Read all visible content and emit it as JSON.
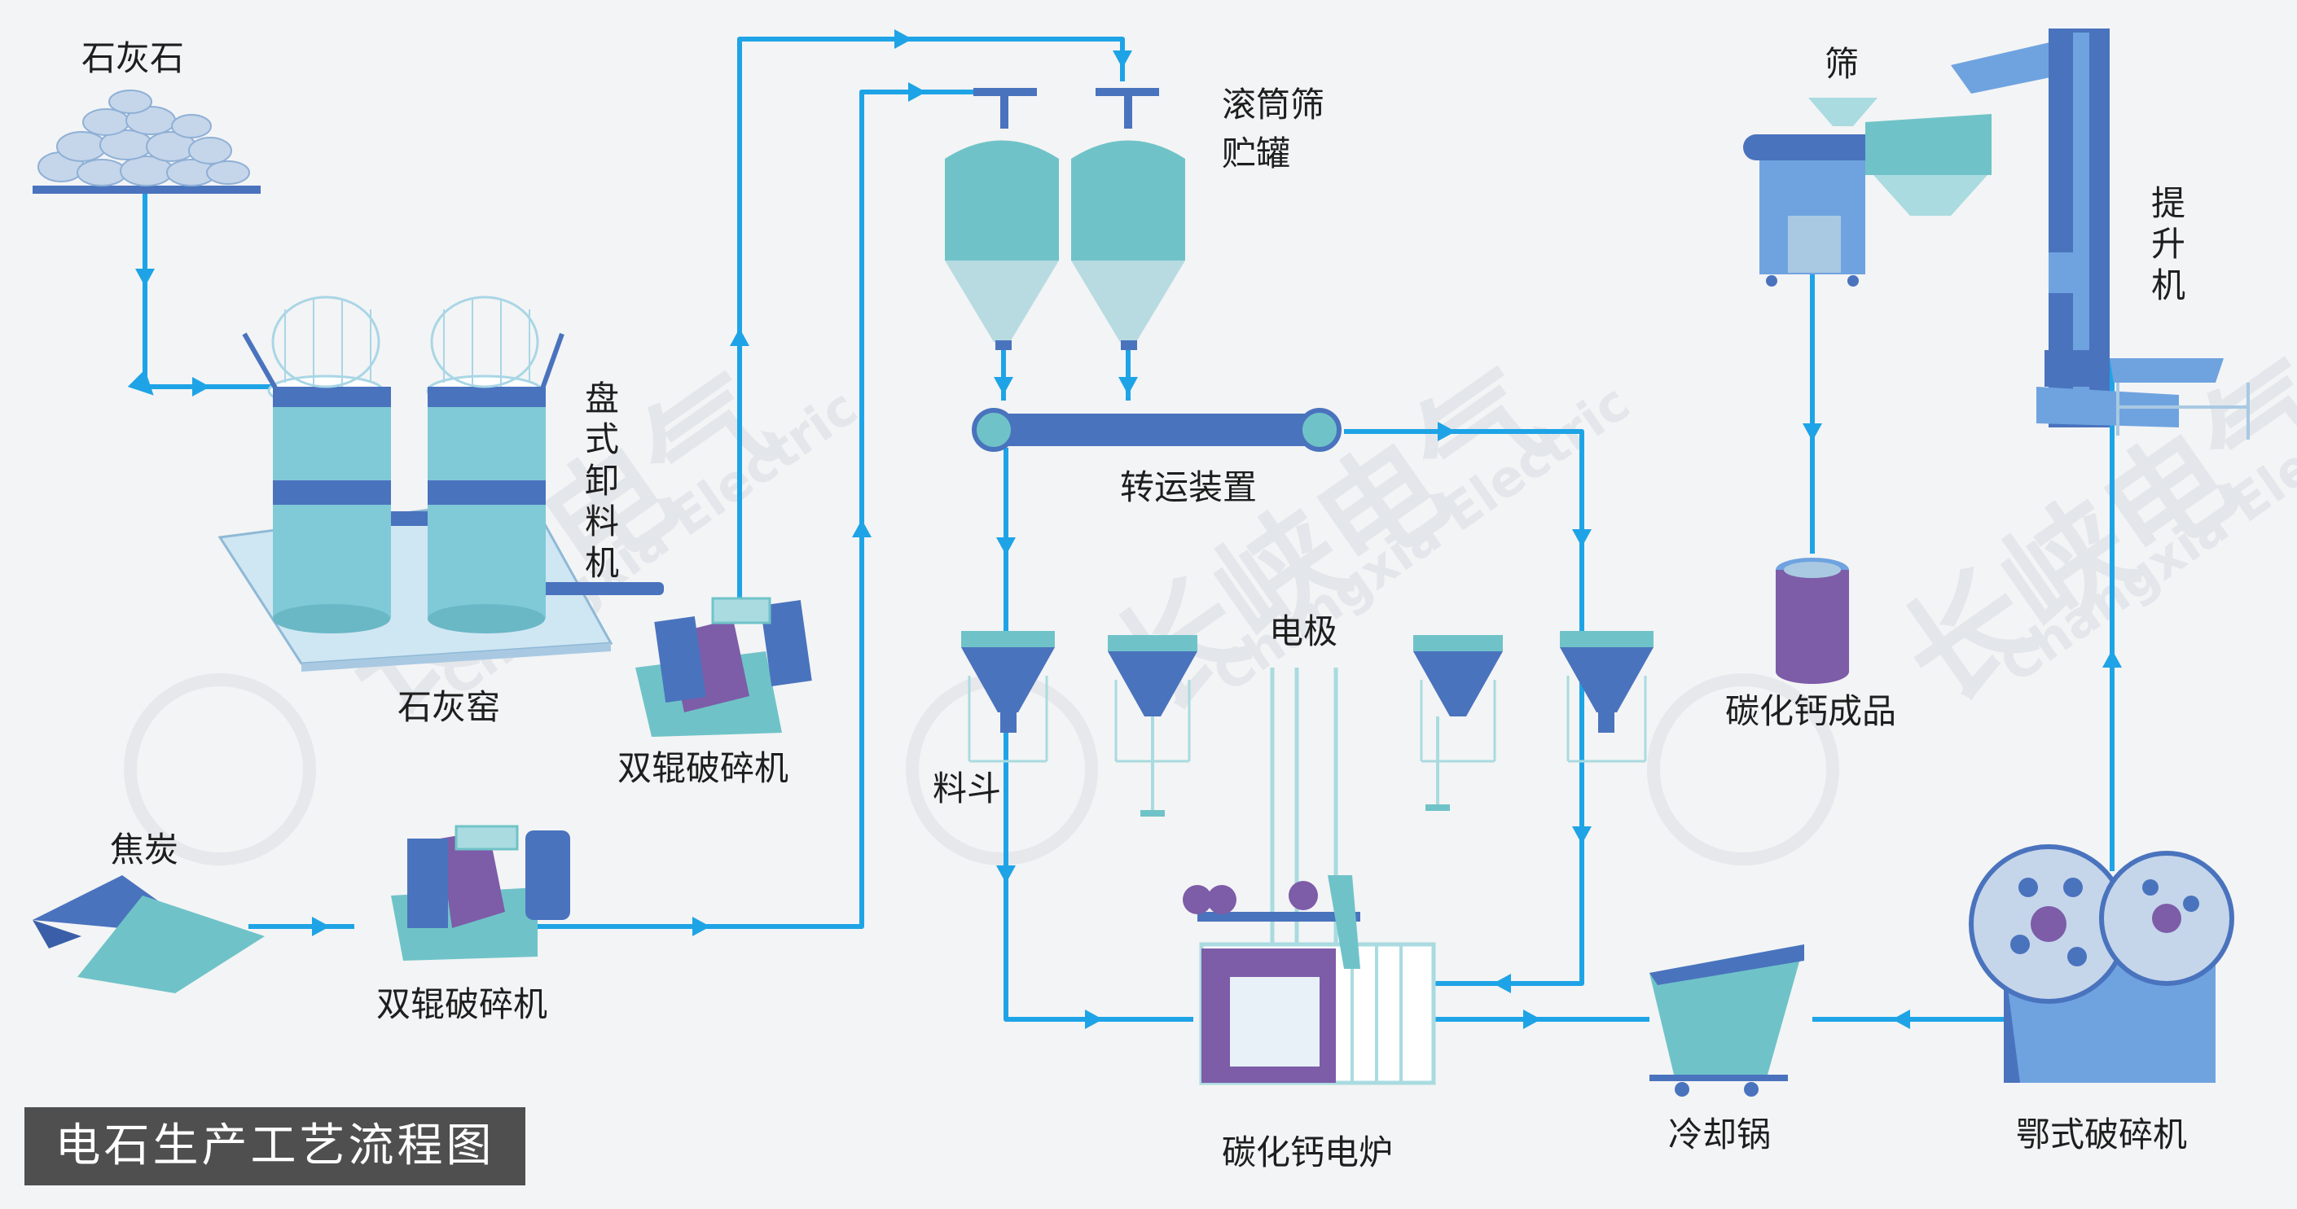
{
  "title": "电石生产工艺流程图",
  "labels": {
    "limestone": "石灰石",
    "lime_kiln": "石灰窑",
    "disc_unloader": "盘式卸料机",
    "double_roll_crusher_1": "双辊破碎机",
    "coke": "焦炭",
    "double_roll_crusher_2": "双辊破碎机",
    "drum_screen": "滚筒筛",
    "storage_tank": "贮罐",
    "transfer_device": "转运装置",
    "hopper": "料斗",
    "electrode": "电极",
    "furnace": "碳化钙电炉",
    "cooling_pot": "冷却锅",
    "jaw_crusher": "鄂式破碎机",
    "product": "碳化钙成品",
    "screen": "筛",
    "elevator": "提升机"
  },
  "watermark": {
    "brand_cn": "长峡电气",
    "brand_en": "Changxia Electric"
  },
  "colors": {
    "flow_line": "#1ea4e6",
    "blue_dark": "#4a73be",
    "teal": "#6fc3c8",
    "teal_light": "#a9dbe0",
    "purple": "#7d5ca8",
    "label_box": "#4f4f4f"
  }
}
